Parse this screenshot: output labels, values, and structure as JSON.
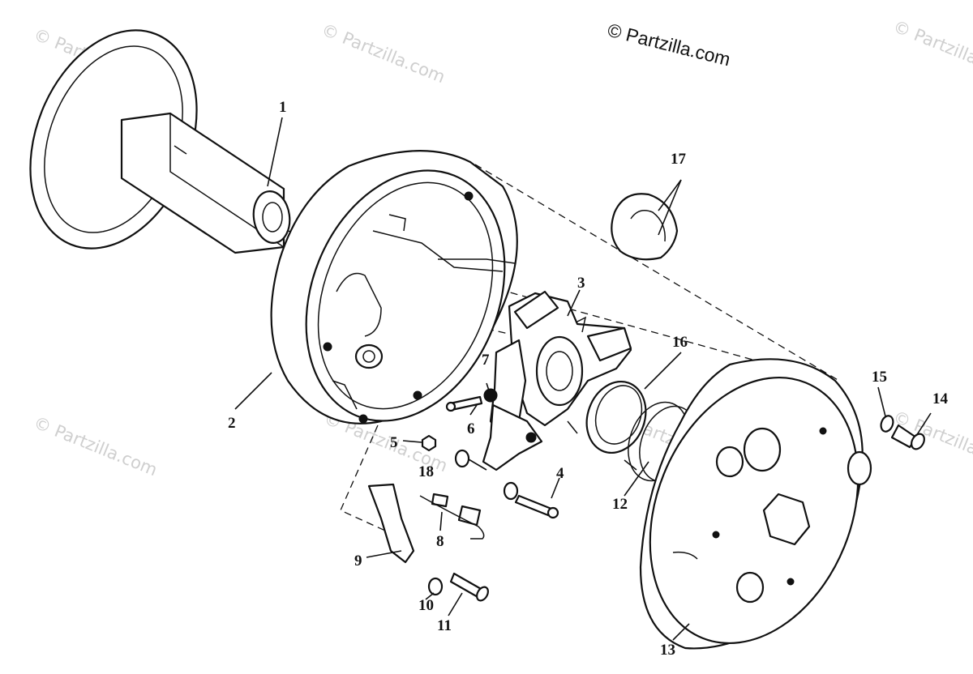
{
  "copyright": "© Partzilla.com",
  "watermark": "© Partzilla.com",
  "callouts": {
    "c1": "1",
    "c2": "2",
    "c3": "3",
    "c4": "4",
    "c5": "5",
    "c6": "6",
    "c7": "7",
    "c8": "8",
    "c9": "9",
    "c10": "10",
    "c11": "11",
    "c12": "12",
    "c13": "13",
    "c14": "14",
    "c15": "15",
    "c16": "16",
    "c17": "17",
    "c18": "18"
  }
}
